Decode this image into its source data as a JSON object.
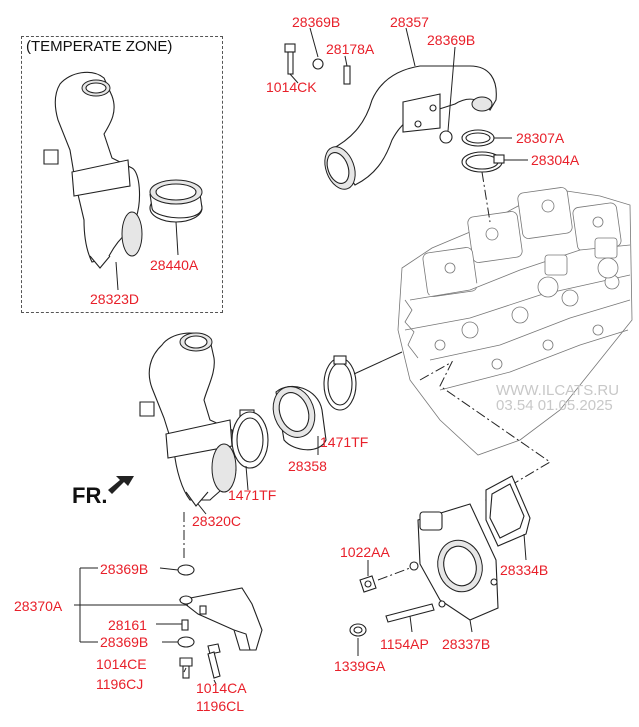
{
  "zone_title": "(TEMPERATE ZONE)",
  "direction_label": "FR.",
  "watermark": {
    "line1": "WWW.ILCATS.RU",
    "line2": "03.54 01.05.2025"
  },
  "labels": {
    "p28369b_top": "28369B",
    "p28357": "28357",
    "p28178a": "28178A",
    "p28369b_right": "28369B",
    "p1014ck": "1014CK",
    "p28307a": "28307A",
    "p28304a": "28304A",
    "p28440a": "28440A",
    "p28323d": "28323D",
    "p1471tf_right": "1471TF",
    "p28358": "28358",
    "p1471tf_left": "1471TF",
    "p28320c": "28320C",
    "p1022aa": "1022AA",
    "p28334b": "28334B",
    "p28369b_low1": "28369B",
    "p28370a": "28370A",
    "p28161": "28161",
    "p28369b_low2": "28369B",
    "p1014ce": "1014CE",
    "p1196cj": "1196CJ",
    "p1014ca": "1014CA",
    "p1196cl": "1196CL",
    "p1154ap": "1154AP",
    "p28337b": "28337B",
    "p1339ga": "1339GA"
  }
}
